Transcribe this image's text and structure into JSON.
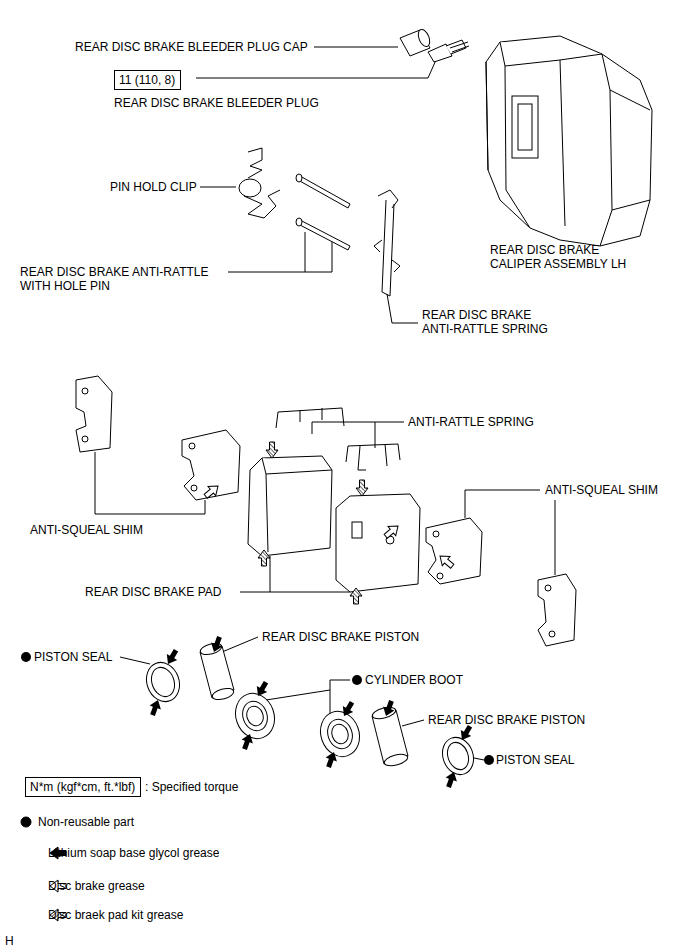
{
  "diagram": {
    "nodes": [
      {
        "text": [
          "11 (110, 8)"
        ]
      },
      {
        "text": [
          "N*m (kgf*cm, ft.*lbf)"
        ]
      }
    ],
    "labels": [
      "REAR DISC BRAKE BLEEDER PLUG CAP",
      "REAR DISC BRAKE BLEEDER PLUG",
      "PIN HOLD CLIP",
      "REAR DISC BRAKE CALIPER ASSEMBLY LH",
      "REAR DISC BRAKE ANTI-RATTLE WITH HOLE PIN",
      "REAR DISC BRAKE ANTI-RATTLE SPRING",
      "ANTI-RATTLE SPRING",
      "ANTI-SQUEAL SHIM",
      "ANTI-SQUEAL SHIM",
      "REAR DISC BRAKE PAD",
      "PISTON SEAL",
      "REAR DISC BRAKE PISTON",
      "CYLINDER BOOT",
      "REAR DISC BRAKE PISTON",
      "PISTON SEAL",
      "H"
    ],
    "legend": [
      {
        "text": ": Specified torque"
      },
      {
        "text": "Non-reusable part"
      },
      {
        "text": "Lithium soap base glycol grease"
      },
      {
        "text": "Disc brake grease"
      },
      {
        "text": "Disc braek pad kit grease"
      }
    ]
  }
}
